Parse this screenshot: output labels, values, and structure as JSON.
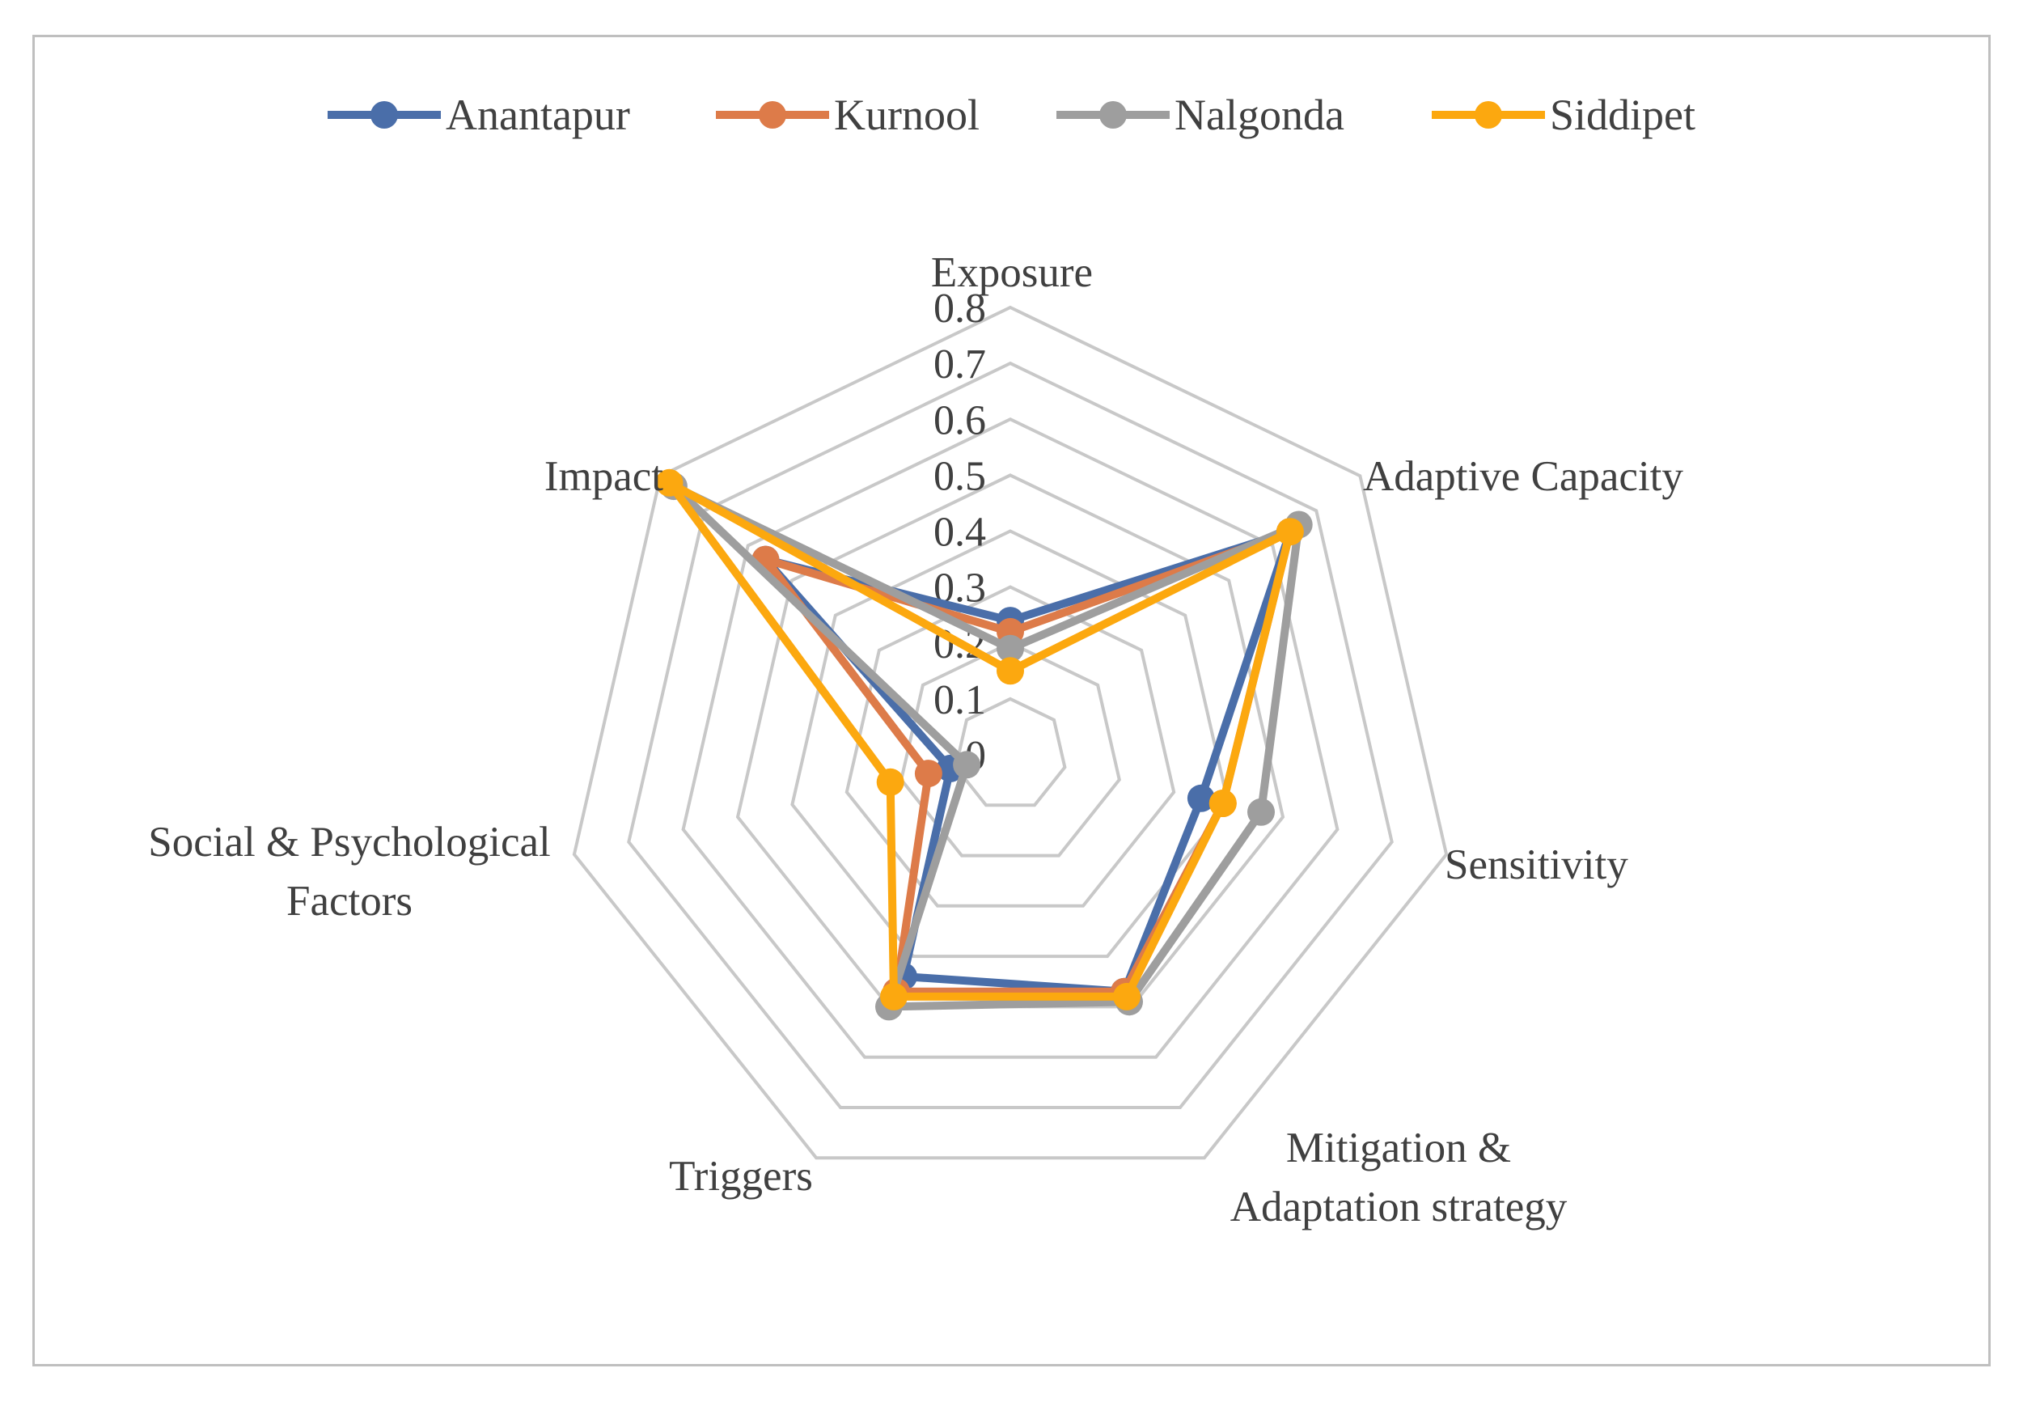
{
  "chart_data": {
    "type": "radar",
    "title": "",
    "axes": [
      [
        "Exposure"
      ],
      [
        "Adaptive Capacity"
      ],
      [
        "Sensitivity"
      ],
      [
        "Mitigation &",
        "Adaptation strategy"
      ],
      [
        "Triggers"
      ],
      [
        "Social & Psychological",
        "Factors"
      ],
      [
        "Impact"
      ]
    ],
    "rlim": [
      0,
      0.8
    ],
    "ticks": [
      "0",
      "0.1",
      "0.2",
      "0.3",
      "0.4",
      "0.5",
      "0.6",
      "0.7",
      "0.8"
    ],
    "grid": true,
    "legend_position": "top",
    "series": [
      {
        "name": "Anantapur",
        "color": "#4a6ea9",
        "values": [
          0.24,
          0.64,
          0.35,
          0.47,
          0.44,
          0.11,
          0.56
        ]
      },
      {
        "name": "Kurnool",
        "color": "#dd7b49",
        "values": [
          0.22,
          0.64,
          0.39,
          0.47,
          0.47,
          0.15,
          0.56
        ]
      },
      {
        "name": "Nalgonda",
        "color": "#9e9e9e",
        "values": [
          0.19,
          0.66,
          0.46,
          0.49,
          0.5,
          0.08,
          0.77
        ]
      },
      {
        "name": "Siddipet",
        "color": "#fca80f",
        "values": [
          0.15,
          0.64,
          0.39,
          0.48,
          0.48,
          0.22,
          0.78
        ]
      }
    ]
  }
}
